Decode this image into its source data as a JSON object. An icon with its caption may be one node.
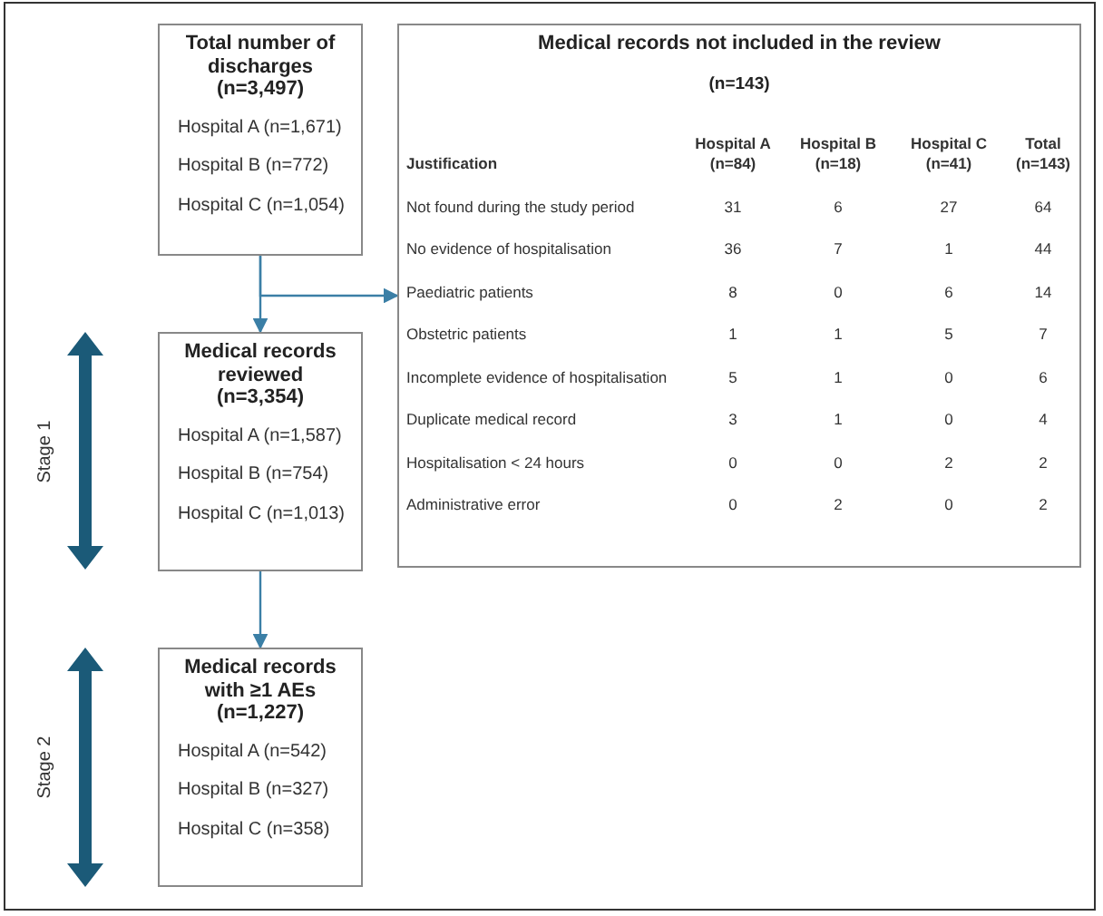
{
  "diagram": {
    "nodes": [
      {
        "text": [
          "Total number of discharges (n=3,497)",
          "Hospital A (n=1,671)",
          "Hospital B (n=772)",
          "Hospital C (n=1,054)"
        ]
      },
      {
        "text": [
          "Medical records not included in the review",
          "(n=143)"
        ]
      },
      {
        "text": [
          "Medical records reviewed (n=3,354)",
          "Hospital A (n=1,587)",
          "Hospital B (n=754)",
          "Hospital C (n=1,013)"
        ]
      },
      {
        "text": [
          "Medical records with ≥1 AEs (n=1,227)",
          "Hospital A (n=542)",
          "Hospital B (n=327)",
          "Hospital C (n=358)"
        ]
      }
    ],
    "edges": [
      {
        "from": 0,
        "to": 2,
        "arrow": "to"
      },
      {
        "from": 0,
        "to": 1,
        "arrow": "to"
      },
      {
        "from": 2,
        "to": 3,
        "arrow": "to"
      }
    ],
    "labels": [
      "Justification",
      "Hospital A (n=84)",
      "Hospital B (n=18)",
      "Hospital C (n=41)",
      "Total (n=143)",
      "Not found during the study period",
      "31",
      "6",
      "27",
      "64",
      "No evidence of hospitalisation",
      "36",
      "7",
      "1",
      "44",
      "Paediatric patients",
      "8",
      "0",
      "6",
      "14",
      "Obstetric patients",
      "1",
      "1",
      "5",
      "7",
      "Incomplete evidence of hospitalisation",
      "5",
      "1",
      "0",
      "6",
      "Duplicate medical record",
      "3",
      "1",
      "0",
      "4",
      "Hospitalisation < 24 hours",
      "0",
      "0",
      "2",
      "2",
      "Administrative error",
      "0",
      "2",
      "0",
      "2",
      "Stage 1",
      "Stage 2"
    ]
  }
}
